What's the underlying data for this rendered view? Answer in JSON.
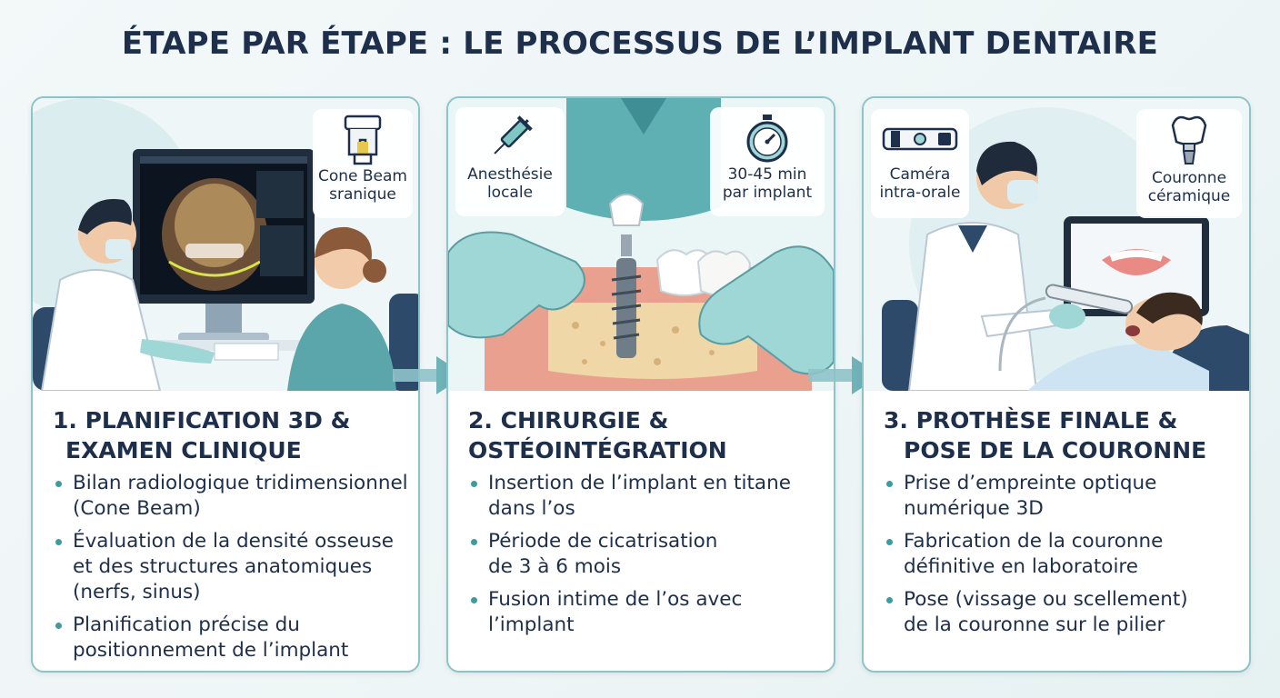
{
  "title": "ÉTAPE PAR ÉTAPE : LE PROCESSUS DE L’IMPLANT DENTAIRE",
  "colors": {
    "accent": "#3f9aa2",
    "border": "#8ec3c9",
    "text": "#1d2f4a",
    "glove": "#9fd6d6"
  },
  "steps": [
    {
      "title_line1": "1. PLANIFICATION 3D &",
      "title_line2": "EXAMEN CLINIQUE",
      "labels": [
        {
          "line1": "Cone Beam",
          "line2": "sranique",
          "icon": "cbct-scanner-icon"
        }
      ],
      "bullets": [
        {
          "line1": "Bilan radiologique tridimensionnel",
          "line2": "(Cone Beam)",
          "line3": ""
        },
        {
          "line1": "Évaluation de la densité osseuse",
          "line2": "et des structures anatomiques",
          "line3": "(nerfs, sinus)"
        },
        {
          "line1": "Planification précise du",
          "line2": "positionnement de l’implant",
          "line3": ""
        }
      ]
    },
    {
      "title_line1": "2. CHIRURGIE &",
      "title_line2": "OSTÉOINTÉGRATION",
      "labels": [
        {
          "line1": "Anesthésie",
          "line2": "locale",
          "icon": "syringe-icon"
        },
        {
          "line1": "30-45 min",
          "line2": "par implant",
          "icon": "stopwatch-icon"
        }
      ],
      "bullets": [
        {
          "line1": "Insertion de l’implant en titane",
          "line2": "dans l’os"
        },
        {
          "line1": "Période de cicatrisation",
          "line2": "de 3 à 6 mois"
        },
        {
          "line1": "Fusion intime de l’os avec",
          "line2": "l’implant"
        }
      ]
    },
    {
      "title_line1": "3. PROTHÈSE FINALE &",
      "title_line2": "POSE DE LA COURONNE",
      "labels": [
        {
          "line1": "Caméra",
          "line2": "intra-orale",
          "icon": "intraoral-camera-icon"
        },
        {
          "line1": "Couronne",
          "line2": "céramique",
          "icon": "ceramic-crown-icon"
        }
      ],
      "bullets": [
        {
          "line1": "Prise d’empreinte optique",
          "line2": "numérique 3D"
        },
        {
          "line1": "Fabrication de la couronne",
          "line2": "définitive en laboratoire"
        },
        {
          "line1": "Pose (vissage ou scellement)",
          "line2": "de la couronne sur le pilier"
        }
      ]
    }
  ]
}
